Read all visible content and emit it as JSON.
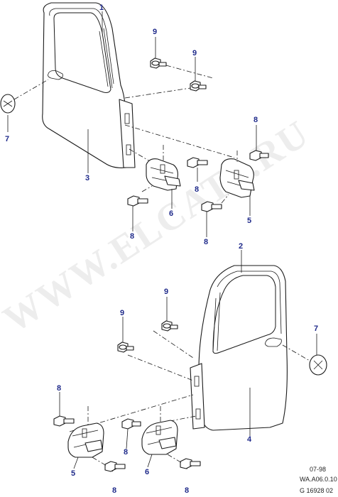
{
  "watermark": "WWW.ELCATS.RU",
  "callouts": {
    "c1": "1",
    "c2": "2",
    "c3": "3",
    "c4": "4",
    "c5a": "5",
    "c5b": "5",
    "c6a": "6",
    "c6b": "6",
    "c7a": "7",
    "c7b": "7",
    "c8a": "8",
    "c8b": "8",
    "c8c": "8",
    "c8d": "8",
    "c8e": "8",
    "c8f": "8",
    "c8g": "8",
    "c8h": "8",
    "c9a": "9",
    "c9b": "9",
    "c9c": "9",
    "c9d": "9"
  },
  "footer": {
    "date": "07-98",
    "drawing_ref": "WA.A06.0.10",
    "figure_ref": "G 16928 02"
  }
}
